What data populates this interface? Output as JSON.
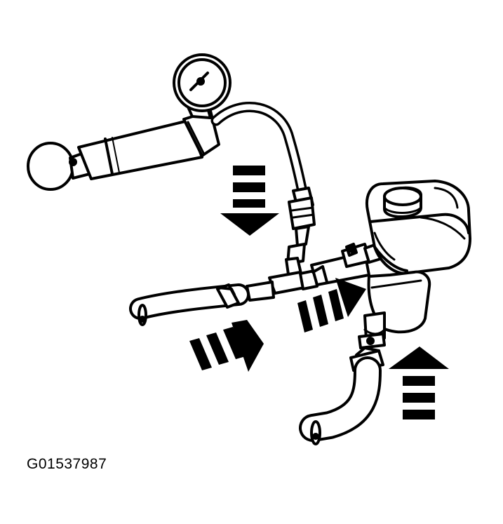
{
  "figure": {
    "id_label": "G01537987"
  },
  "components": {
    "tester": "pressure-tester-with-gauge",
    "reservoir": "coolant-reservoir",
    "hoses": [
      "left-hose",
      "reservoir-outlet-hose"
    ],
    "adapter": "tee-adapter"
  },
  "arrows": [
    "arrow-down",
    "arrow-right-lower",
    "arrow-right-upper",
    "arrow-up"
  ],
  "colors": {
    "ink": "#000000",
    "paper": "#ffffff"
  }
}
